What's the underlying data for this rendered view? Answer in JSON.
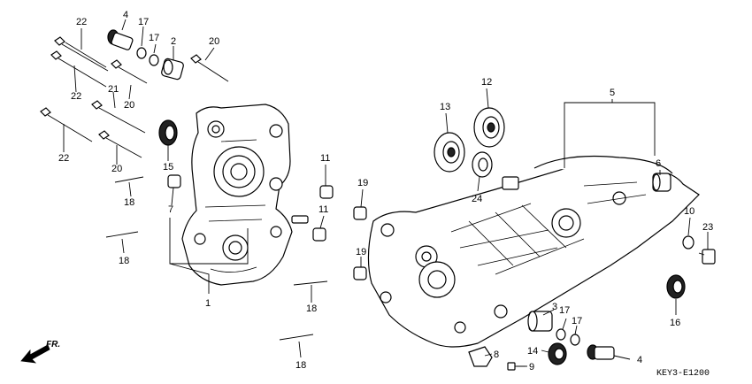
{
  "labels": {
    "p22a": "22",
    "p4a": "4",
    "p17a": "17",
    "p17b": "17",
    "p2": "2",
    "p20a": "20",
    "p22b": "22",
    "p21": "21",
    "p20b": "20",
    "p22c": "22",
    "p20c": "20",
    "p15": "15",
    "p18a": "18",
    "p7": "7",
    "p18b": "18",
    "p1": "1",
    "p11a": "11",
    "p11b": "11",
    "p18c": "18",
    "p18d": "18",
    "p19a": "19",
    "p19b": "19",
    "p13": "13",
    "p12": "12",
    "p24": "24",
    "p5": "5",
    "p6": "6",
    "p10": "10",
    "p23": "23",
    "p16": "16",
    "p3": "3",
    "p17c": "17",
    "p17d": "17",
    "p14": "14",
    "p8": "8",
    "p9": "9",
    "p4b": "4"
  },
  "direction_label": "FR.",
  "diagram_code": "KEY3-E1200",
  "colors": {
    "ink": "#000000",
    "paper": "#ffffff"
  }
}
